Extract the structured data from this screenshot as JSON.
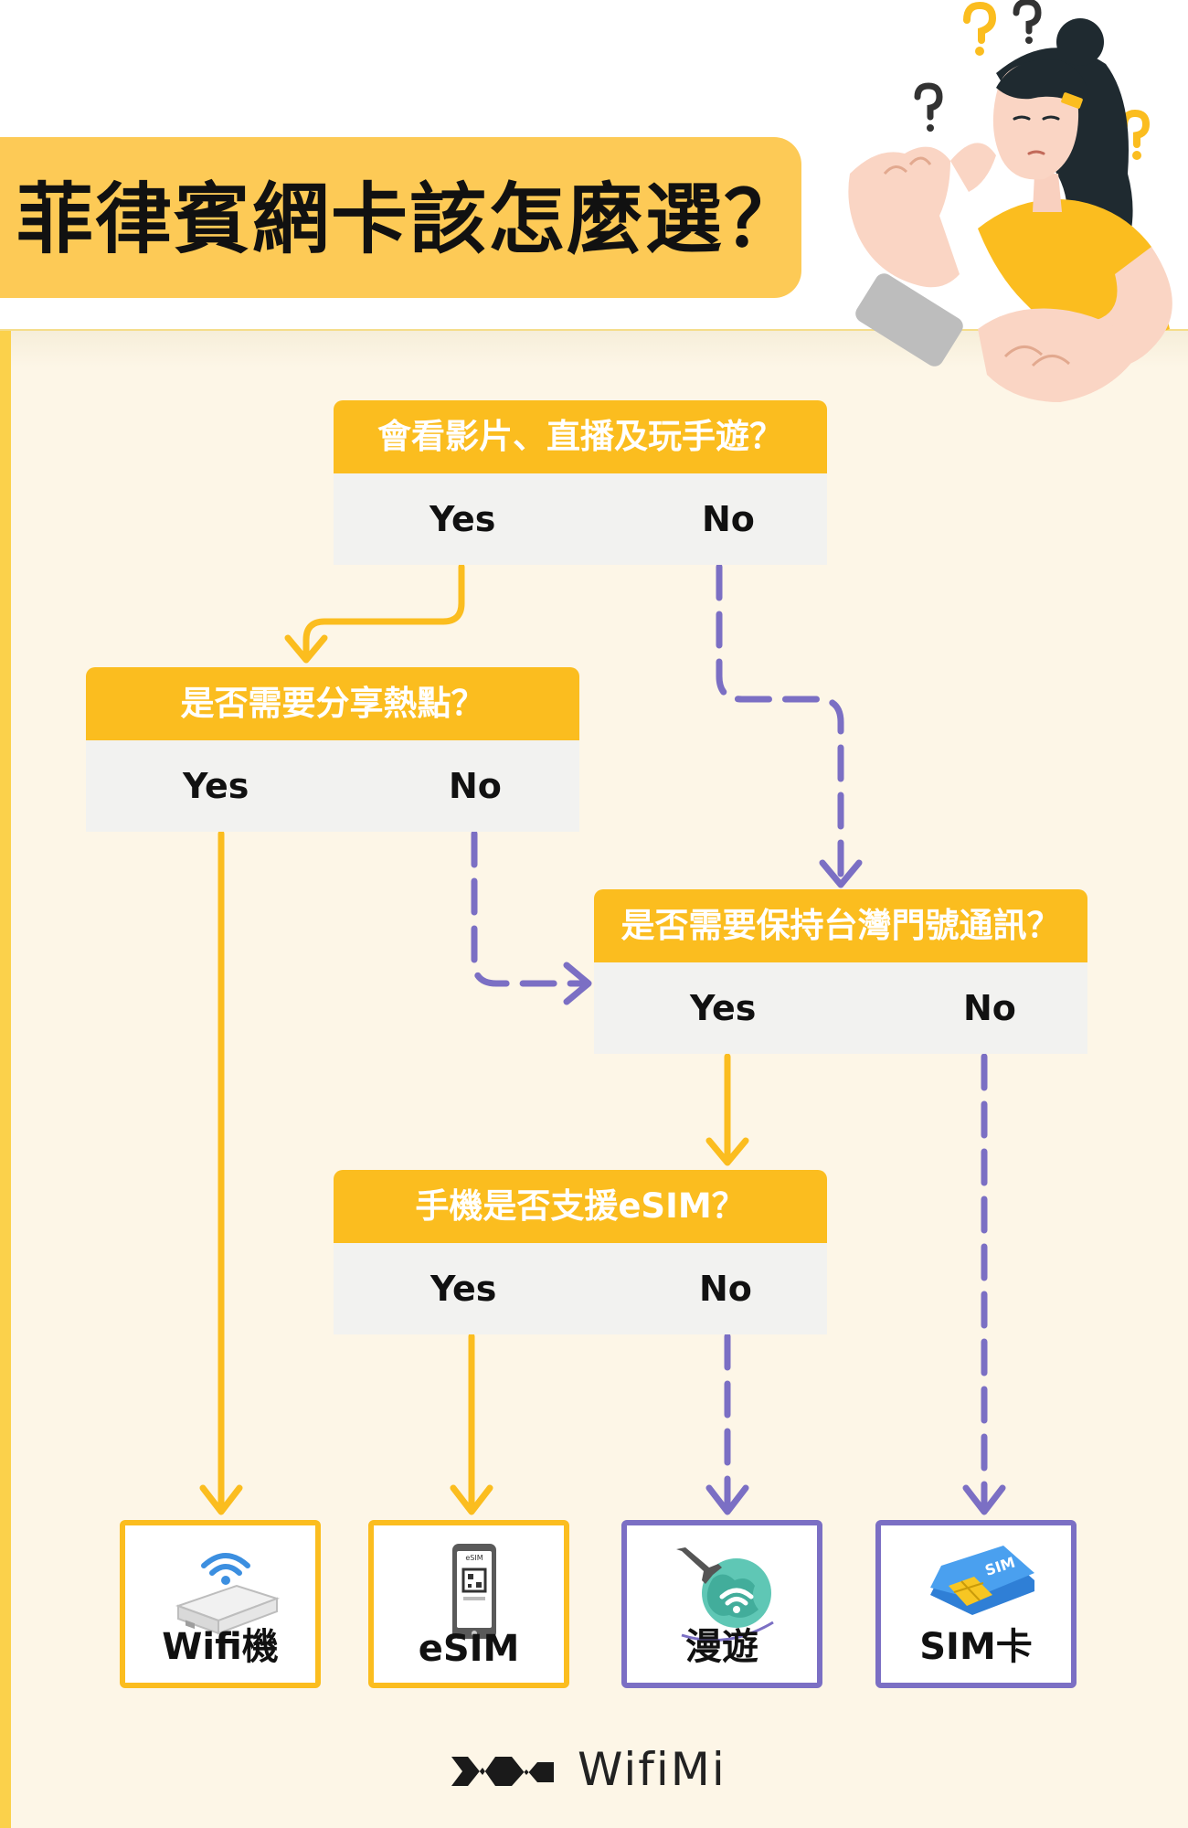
{
  "title": "菲律賓網卡該怎麼選？",
  "questions": [
    {
      "text": "會看影片、直播及玩手遊？",
      "yes": "Yes",
      "no": "No"
    },
    {
      "text": "是否需要分享熱點？",
      "yes": "Yes",
      "no": "No"
    },
    {
      "text": "是否需要保持台灣門號通訊？",
      "yes": "Yes",
      "no": "No"
    },
    {
      "text": "手機是否支援eSIM？",
      "yes": "Yes",
      "no": "No"
    }
  ],
  "results": [
    {
      "label": "Wifi機",
      "icon": "wifi-router-icon"
    },
    {
      "label": "eSIM",
      "icon": "esim-phone-icon",
      "icon_text": "eSIM"
    },
    {
      "label": "漫遊",
      "icon": "globe-airplane-icon"
    },
    {
      "label": "SIM卡",
      "icon": "sim-card-icon",
      "icon_text": "SIM"
    }
  ],
  "brand": {
    "name": "WifiMi"
  },
  "colors": {
    "yes_path": "#fbbd1f",
    "no_path": "#7b6fc4",
    "banner": "#fdca56",
    "panel": "#fdf6e7"
  }
}
